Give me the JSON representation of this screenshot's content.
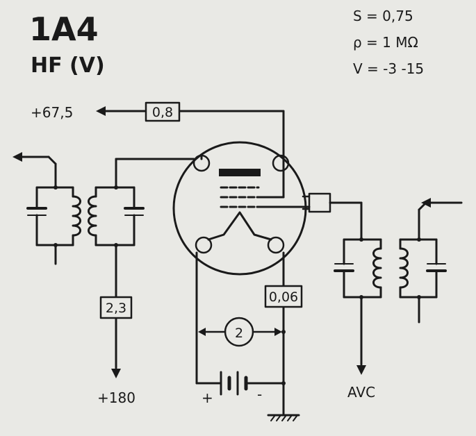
{
  "header": {
    "tube": "1A4",
    "function": "HF (V)"
  },
  "specs": {
    "s": "S = 0,75",
    "rho": "ρ = 1 MΩ",
    "v": "V = -3 -15"
  },
  "supplies": {
    "screen": "+67,5",
    "plate": "+180",
    "avc": "AVC"
  },
  "boxes": {
    "screen_current": "0,8",
    "plate_current": "2,3",
    "filament_current": "0,06",
    "filament_voltage": "2"
  },
  "battery": {
    "plus": "+",
    "minus": "-"
  },
  "colors": {
    "ink": "#1a1a1a",
    "paper": "#e9e9e5"
  }
}
